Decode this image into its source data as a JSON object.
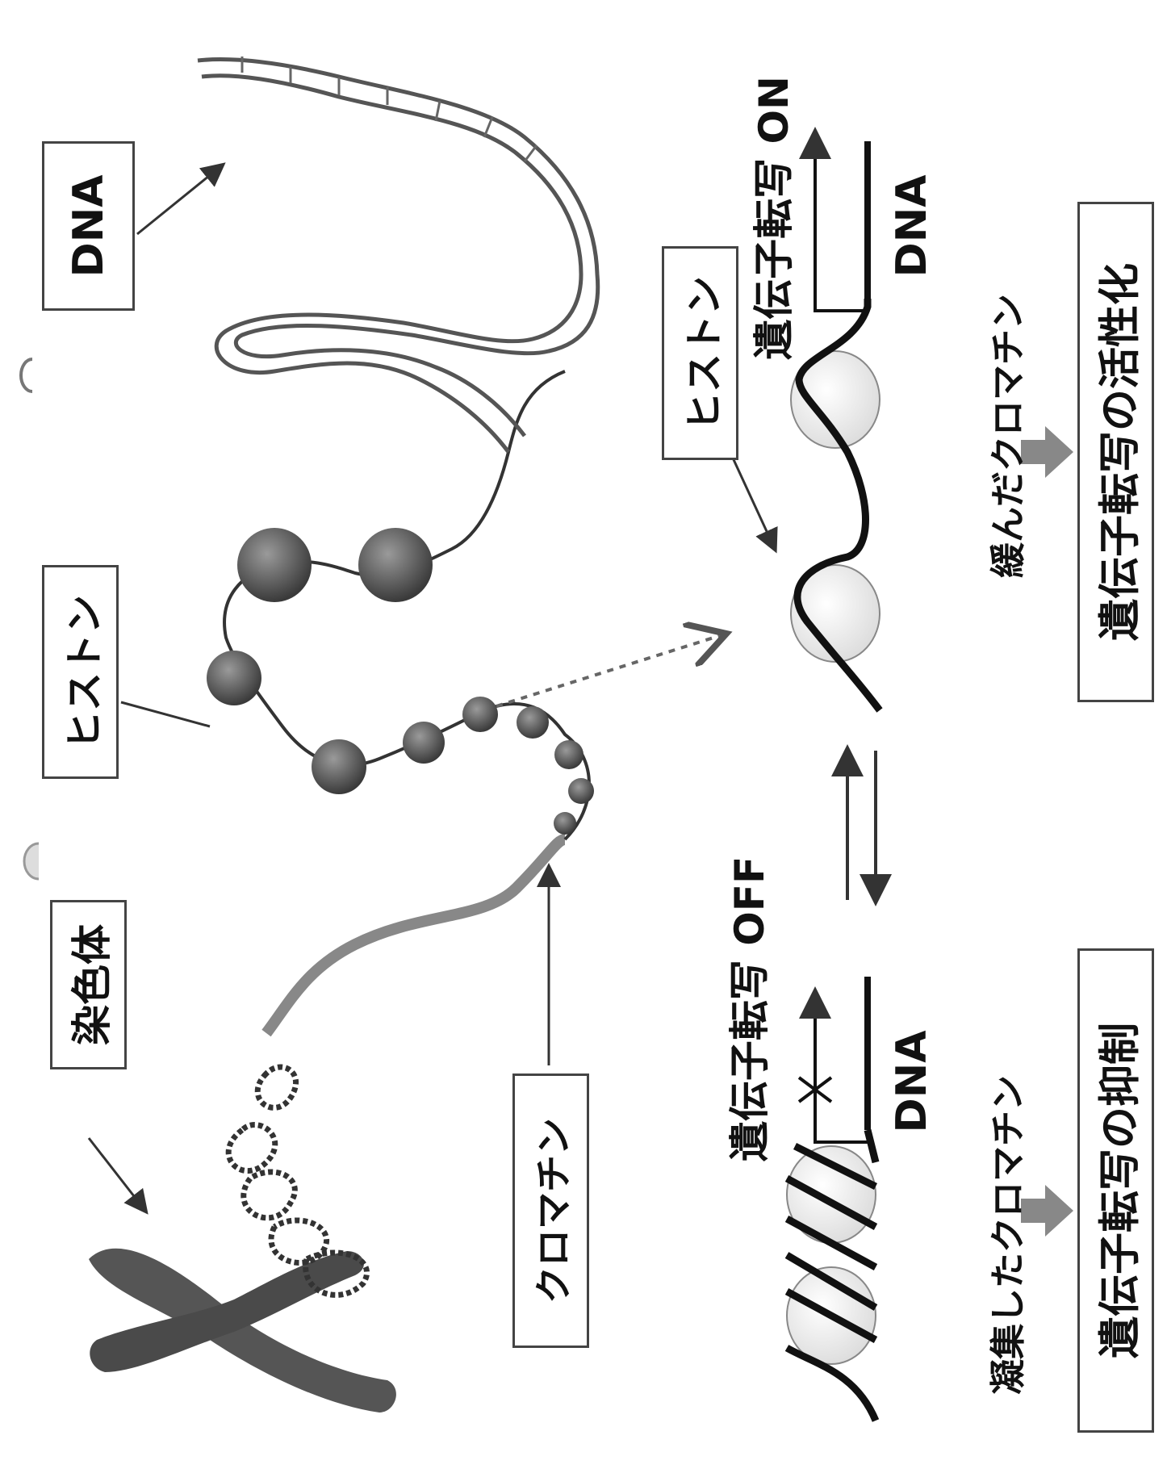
{
  "labels": {
    "chromosome": "染色体",
    "histone_top": "ヒストン",
    "dna_top": "DNA",
    "chromatin": "クロマチン",
    "histone_right": "ヒストン"
  },
  "left_panel": {
    "transcription": "遺伝子転写 OFF",
    "dna": "DNA",
    "state": "凝集したクロマチン",
    "result": "遺伝子転写の抑制"
  },
  "right_panel": {
    "transcription": "遺伝子転写 ON",
    "dna": "DNA",
    "state": "緩んだクロマチン",
    "result": "遺伝子転写の活性化"
  }
}
